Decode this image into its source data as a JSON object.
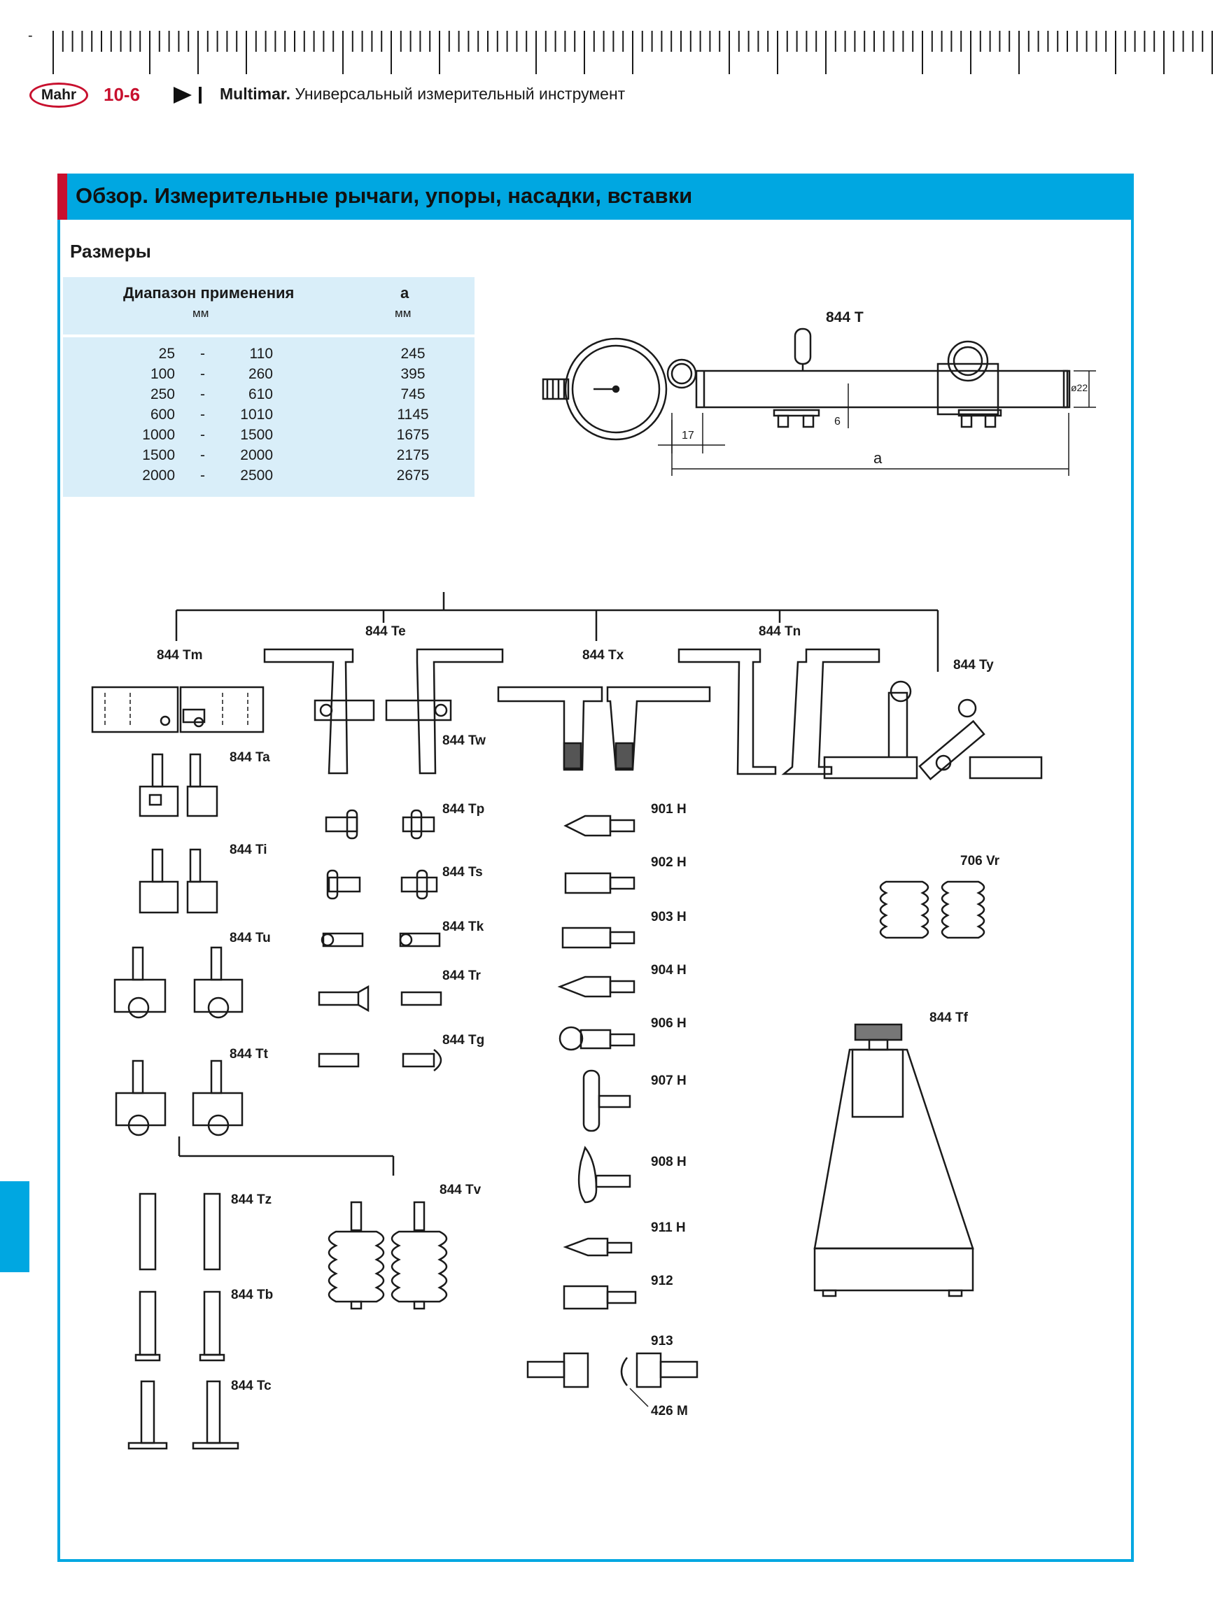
{
  "header": {
    "dash": "-",
    "logo": "Mahr",
    "page_number": "10-6",
    "brand": "Multimar.",
    "title": "Универсальный измерительный инструмент"
  },
  "banner": {
    "title": "Обзор. Измерительные рычаги, упоры, насадки, вставки"
  },
  "dimensions": {
    "heading": "Размеры",
    "col_range": "Диапазон применения",
    "col_range_unit": "мм",
    "col_a": "a",
    "col_a_unit": "мм",
    "rows": [
      {
        "from": "25",
        "sep": "-",
        "to": "110",
        "a": "245"
      },
      {
        "from": "100",
        "sep": "-",
        "to": "260",
        "a": "395"
      },
      {
        "from": "250",
        "sep": "-",
        "to": "610",
        "a": "745"
      },
      {
        "from": "600",
        "sep": "-",
        "to": "1010",
        "a": "1145"
      },
      {
        "from": "1000",
        "sep": "-",
        "to": "1500",
        "a": "1675"
      },
      {
        "from": "1500",
        "sep": "-",
        "to": "2000",
        "a": "2175"
      },
      {
        "from": "2000",
        "sep": "-",
        "to": "2500",
        "a": "2675"
      }
    ]
  },
  "main_drawing": {
    "label": "844 T",
    "dim_17": "17",
    "dim_6": "6",
    "dim_a": "a",
    "dim_d22": "ø22"
  },
  "labels": {
    "tm": "844 Tm",
    "te": "844 Te",
    "tx": "844 Tx",
    "tn": "844 Tn",
    "ty": "844 Ty",
    "tw": "844 Tw",
    "ta": "844 Ta",
    "ti": "844 Ti",
    "tu": "844 Tu",
    "tt": "844 Tt",
    "tp": "844 Tp",
    "ts": "844 Ts",
    "tk": "844 Tk",
    "tr": "844 Tr",
    "tg": "844 Tg",
    "tz": "844 Tz",
    "tb": "844 Tb",
    "tc": "844 Tc",
    "tv": "844 Tv",
    "tf": "844 Tf",
    "vr": "706 Vr",
    "h901": "901 H",
    "h902": "902 H",
    "h903": "903 H",
    "h904": "904 H",
    "h906": "906 H",
    "h907": "907 H",
    "h908": "908 H",
    "h911": "911 H",
    "n912": "912",
    "n913": "913",
    "m426": "426 M"
  },
  "colors": {
    "accent_blue": "#00a7e1",
    "accent_red": "#c8102e",
    "table_bg": "#d9eef9"
  }
}
